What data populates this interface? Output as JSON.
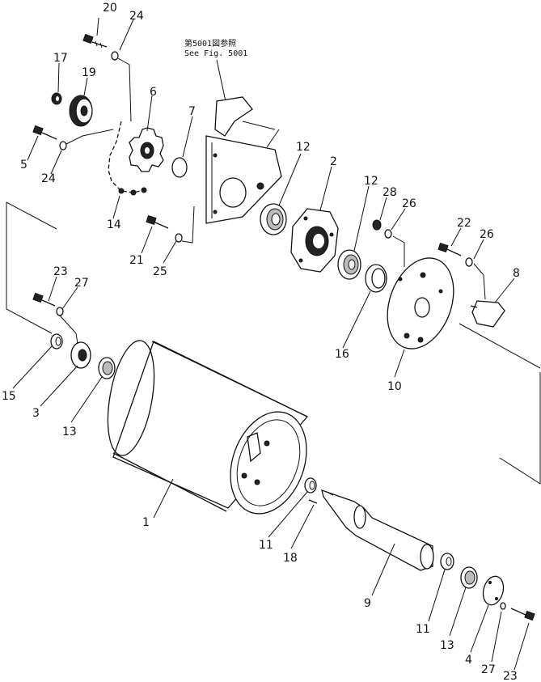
{
  "reference": {
    "line1": "第5001図参照",
    "line2": "See Fig. 5001"
  },
  "callouts": [
    {
      "id": "c20",
      "text": "20"
    },
    {
      "id": "c24a",
      "text": "24"
    },
    {
      "id": "c17",
      "text": "17"
    },
    {
      "id": "c19",
      "text": "19"
    },
    {
      "id": "c6",
      "text": "6"
    },
    {
      "id": "c7",
      "text": "7"
    },
    {
      "id": "c5",
      "text": "5"
    },
    {
      "id": "c24b",
      "text": "24"
    },
    {
      "id": "c14",
      "text": "14"
    },
    {
      "id": "c12a",
      "text": "12"
    },
    {
      "id": "c2",
      "text": "2"
    },
    {
      "id": "c12b",
      "text": "12"
    },
    {
      "id": "c28",
      "text": "28"
    },
    {
      "id": "c26a",
      "text": "26"
    },
    {
      "id": "c22",
      "text": "22"
    },
    {
      "id": "c26b",
      "text": "26"
    },
    {
      "id": "c8",
      "text": "8"
    },
    {
      "id": "c21",
      "text": "21"
    },
    {
      "id": "c25",
      "text": "25"
    },
    {
      "id": "c23a",
      "text": "23"
    },
    {
      "id": "c27a",
      "text": "27"
    },
    {
      "id": "c16",
      "text": "16"
    },
    {
      "id": "c10",
      "text": "10"
    },
    {
      "id": "c15",
      "text": "15"
    },
    {
      "id": "c3",
      "text": "3"
    },
    {
      "id": "c13a",
      "text": "13"
    },
    {
      "id": "c1",
      "text": "1"
    },
    {
      "id": "c11a",
      "text": "11"
    },
    {
      "id": "c18",
      "text": "18"
    },
    {
      "id": "c9",
      "text": "9"
    },
    {
      "id": "c11b",
      "text": "11"
    },
    {
      "id": "c13b",
      "text": "13"
    },
    {
      "id": "c4",
      "text": "4"
    },
    {
      "id": "c27b",
      "text": "27"
    },
    {
      "id": "c23b",
      "text": "23"
    }
  ]
}
